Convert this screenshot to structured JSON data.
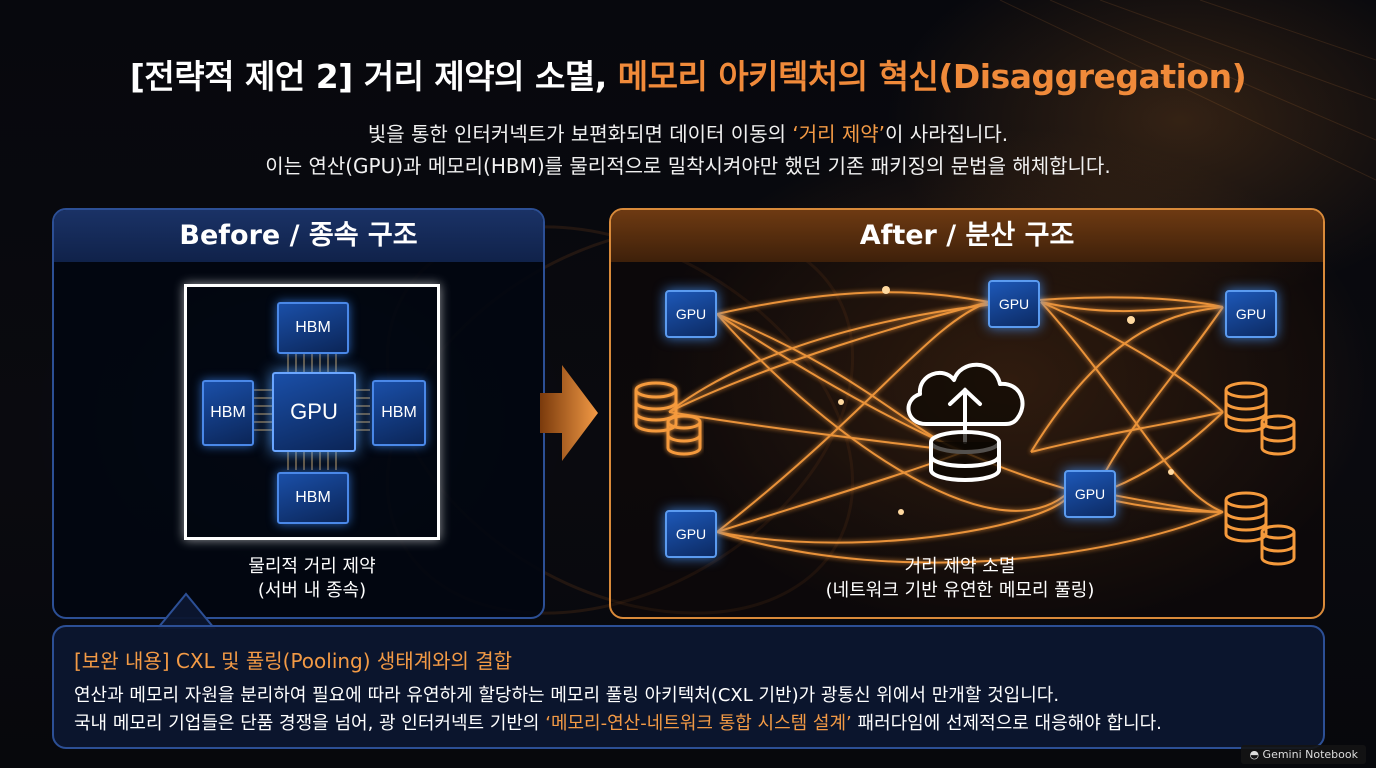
{
  "title": {
    "main": "[전략적 제언 2] 거리 제약의 소멸, ",
    "highlight": "메모리 아키텍처의 혁신(Disaggregation)"
  },
  "subtitle": {
    "line1_pre": "빛을 통한 인터커넥트가 보편화되면 데이터 이동의 ",
    "line1_hl": "‘거리 제약’",
    "line1_post": "이 사라집니다.",
    "line2": "이는 연산(GPU)과 메모리(HBM)를 물리적으로 밀착시켜야만 했던 기존 패키징의 문법을 해체합니다."
  },
  "before": {
    "header": "Before / 종속 구조",
    "gpu_label": "GPU",
    "hbm_label": "HBM",
    "caption_line1": "물리적 거리 제약",
    "caption_line2": "(서버 내 종속)"
  },
  "after": {
    "header": "After / 분산 구조",
    "gpu_label": "GPU",
    "caption_line1": "거리 제약 소멸",
    "caption_line2": "(네트워크 기반 유연한 메모리 풀링)"
  },
  "supplement": {
    "title": "[보완 내용] CXL 및 풀링(Pooling) 생태계와의 결합",
    "line1": "연산과 메모리 자원을 분리하여 필요에 따라 유연하게 할당하는 메모리 풀링 아키텍처(CXL 기반)가 광통신 위에서 만개할 것입니다.",
    "line2_pre": "국내 메모리 기업들은 단품 경쟁을 넘어, 광 인터커넥트 기반의 ",
    "line2_hl": "‘메모리-연산-네트워크 통합 시스템 설계’",
    "line2_post": " 패러다임에 선제적으로 대응해야 합니다."
  },
  "watermark": "Gemini Notebook",
  "colors": {
    "accent_orange": "#f08a3a",
    "panel_blue": "#2c4f95",
    "chip_blue": "#1a4fa8"
  }
}
